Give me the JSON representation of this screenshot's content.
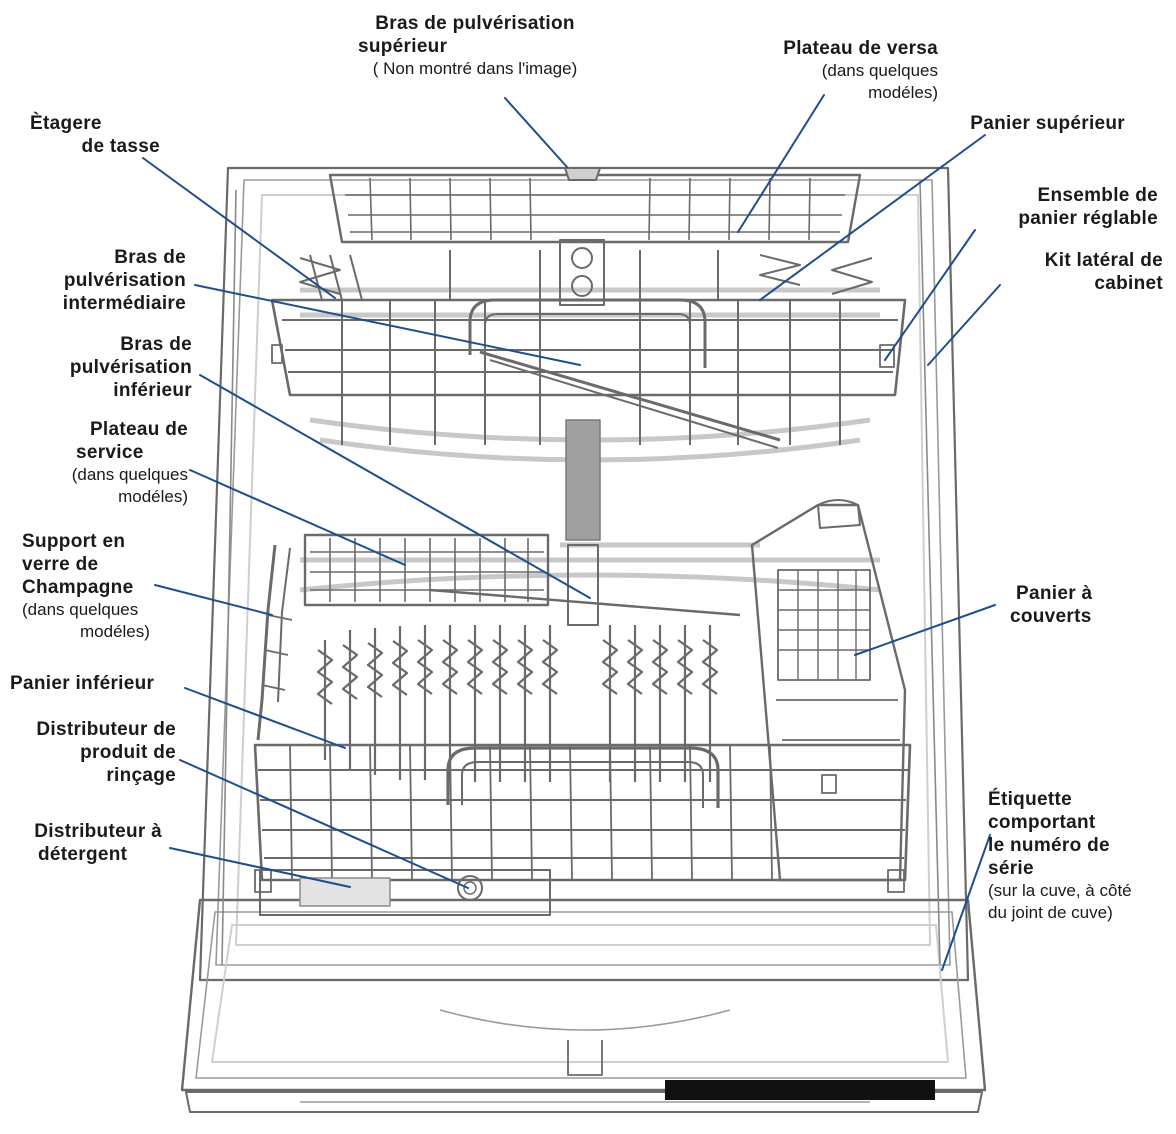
{
  "colors": {
    "leader": "#1f4e8c",
    "line_art": "#6a6a6a",
    "light_art": "#c8c8c8",
    "label_bar": "#111111"
  },
  "labels": {
    "upper_spray_arm": {
      "lines": [
        "Bras de pulvérisation",
        "supérieur"
      ],
      "note": "( Non montré dans l'image)"
    },
    "versa_tray": {
      "lines": [
        "Plateau de versa"
      ],
      "note_lines": [
        "(dans quelques",
        "modéles)"
      ]
    },
    "cup_shelf": {
      "lines": [
        "Ètagere",
        "de tasse"
      ]
    },
    "upper_rack": {
      "lines": [
        "Panier supérieur"
      ]
    },
    "adjustable_rack": {
      "lines": [
        "Ensemble de",
        "panier réglable"
      ]
    },
    "cabinet_side_kit": {
      "lines": [
        "Kit latéral de",
        "cabinet"
      ]
    },
    "middle_spray_arm": {
      "lines": [
        "Bras de",
        "pulvérisation",
        "intermédiaire"
      ]
    },
    "lower_spray_arm": {
      "lines": [
        "Bras de",
        "pulvérisation",
        "inférieur"
      ]
    },
    "serving_tray": {
      "lines": [
        "Plateau de",
        "service"
      ],
      "note_lines": [
        "(dans quelques",
        "modéles)"
      ]
    },
    "champagne_holder": {
      "lines": [
        "Support en",
        "verre de",
        "Champagne"
      ],
      "note_lines": [
        "(dans quelques",
        "modéles)"
      ]
    },
    "cutlery_basket": {
      "lines": [
        "Panier à",
        "couverts"
      ]
    },
    "lower_rack": {
      "lines": [
        "Panier inférieur"
      ]
    },
    "rinse_aid_dispenser": {
      "lines": [
        "Distributeur de",
        "produit de",
        "rinçage"
      ]
    },
    "detergent_dispenser": {
      "lines": [
        "Distributeur à",
        "détergent"
      ]
    },
    "serial_label": {
      "lines": [
        "Étiquette",
        "comportant",
        "le numéro de",
        "série"
      ],
      "note_lines": [
        "(sur la cuve, à côté",
        "du joint de cuve)"
      ]
    }
  }
}
